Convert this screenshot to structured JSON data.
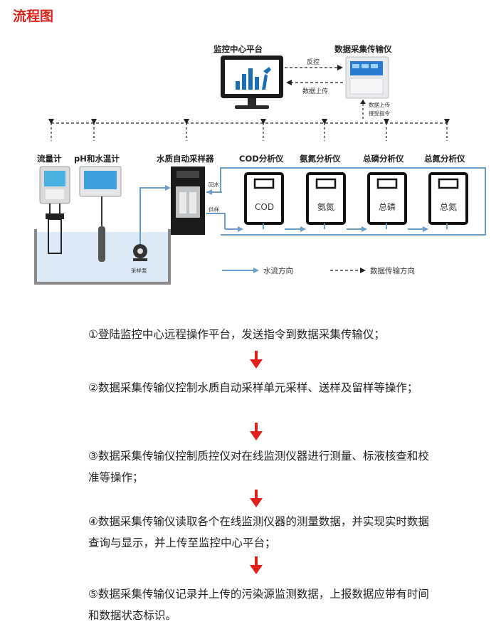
{
  "title": "流程图",
  "diagram": {
    "monitor_center": "监控中心平台",
    "data_collector": "数据采集传输仪",
    "feedback": "反控",
    "data_upload": "数据上传",
    "data_upload2": "数据上传",
    "receive_cmd": "接受指令",
    "flow_meter": "流量计",
    "ph_meter": "pH和水温计",
    "auto_sampler": "水质自动采样器",
    "cod_analyzer": "COD分析仪",
    "ammonia_analyzer": "氨氮分析仪",
    "tp_analyzer": "总磷分析仪",
    "tn_analyzer": "总氮分析仪",
    "cod_inner": "COD",
    "ammonia_inner": "氨氮",
    "tp_inner": "总磷",
    "tn_inner": "总氮",
    "return_water": "回水",
    "supply_sample": "供样",
    "sampling_pump": "采样泵",
    "legend_water": "水流方向",
    "legend_data": "数据传输方向"
  },
  "steps": [
    "①登陆监控中心远程操作平台，发送指令到数据采集传输仪；",
    "②数据采集传输仪控制水质自动采样单元采样、送样及留样等操作；",
    "③数据采集传输仪控制质控仪对在线监测仪器进行测量、标液核查和校准等操作；",
    "④数据采集传输仪读取各个在线监测仪器的测量数据，并实现实时数据查询与显示，并上传至监控中心平台；",
    "⑤数据采集传输仪记录并上传的污染源监测数据，上报数据应带有时间和数据状态标识。"
  ],
  "colors": {
    "accent_red": "#e0201b",
    "water_blue": "#6a9ec8",
    "dash_black": "#222222"
  }
}
